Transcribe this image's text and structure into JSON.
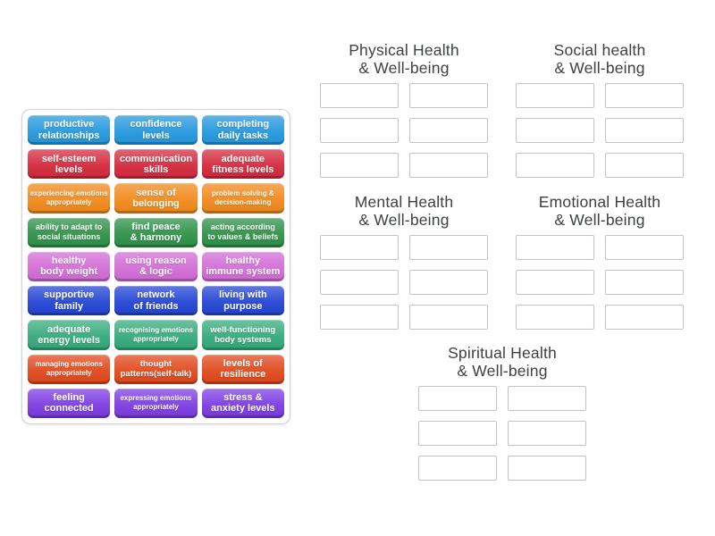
{
  "activity": {
    "type": "group-sort",
    "background": "#ffffff",
    "slot_border_color": "#c3c3c3",
    "title_color": "#3d4144"
  },
  "word_bank": {
    "tiles": [
      {
        "label": "productive\nrelationships",
        "color": "#2598dd"
      },
      {
        "label": "confidence\nlevels",
        "color": "#2598dd"
      },
      {
        "label": "completing\ndaily tasks",
        "color": "#2598dd"
      },
      {
        "label": "self-esteem\nlevels",
        "color": "#d42a3d"
      },
      {
        "label": "communication\nskills",
        "color": "#d42a3d"
      },
      {
        "label": "adequate\nfitness levels",
        "color": "#d42a3d"
      },
      {
        "label": "experiencing emotions\nappropriately",
        "color": "#f1891a",
        "size": "sm"
      },
      {
        "label": "sense of\nbelonging",
        "color": "#f1891a"
      },
      {
        "label": "problem solving &\ndecision-making",
        "color": "#f1891a",
        "size": "sm"
      },
      {
        "label": "ability to adapt to\nsocial situations",
        "color": "#2d9147",
        "size": "md"
      },
      {
        "label": "find peace\n& harmony",
        "color": "#2d9147"
      },
      {
        "label": "acting according\nto values & beliefs",
        "color": "#2d9147",
        "size": "md"
      },
      {
        "label": "healthy\nbody weight",
        "color": "#d26bd6"
      },
      {
        "label": "using reason\n& logic",
        "color": "#d26bd6"
      },
      {
        "label": "healthy\nimmune system",
        "color": "#d26bd6"
      },
      {
        "label": "supportive\nfamily",
        "color": "#2344d4"
      },
      {
        "label": "network\nof friends",
        "color": "#2344d4"
      },
      {
        "label": "living with\npurpose",
        "color": "#2344d4"
      },
      {
        "label": "adequate\nenergy levels",
        "color": "#35aa7c"
      },
      {
        "label": "recognising emotions\nappropriately",
        "color": "#35aa7c",
        "size": "sm"
      },
      {
        "label": "well-functioning\nbody systems",
        "color": "#35aa7c",
        "size": "ml"
      },
      {
        "label": "managing emotions\nappropriately",
        "color": "#e0481b",
        "size": "sm"
      },
      {
        "label": "thought\npatterns(self-talk)",
        "color": "#e0481b",
        "size": "ml"
      },
      {
        "label": "levels of\nresilience",
        "color": "#e0481b"
      },
      {
        "label": "feeling\nconnected",
        "color": "#7c3ce2"
      },
      {
        "label": "expressing emotions\nappropriately",
        "color": "#7c3ce2",
        "size": "sm"
      },
      {
        "label": "stress &\nanxiety levels",
        "color": "#7c3ce2"
      }
    ]
  },
  "groups": [
    {
      "id": "physical",
      "title": "Physical Health\n& Well-being",
      "slot_count": 6
    },
    {
      "id": "social",
      "title": "Social health\n& Well-being",
      "slot_count": 6
    },
    {
      "id": "mental",
      "title": "Mental Health\n& Well-being",
      "slot_count": 6
    },
    {
      "id": "emotional",
      "title": "Emotional Health\n& Well-being",
      "slot_count": 6
    },
    {
      "id": "spiritual",
      "title": "Spiritual Health\n& Well-being",
      "slot_count": 6
    }
  ]
}
